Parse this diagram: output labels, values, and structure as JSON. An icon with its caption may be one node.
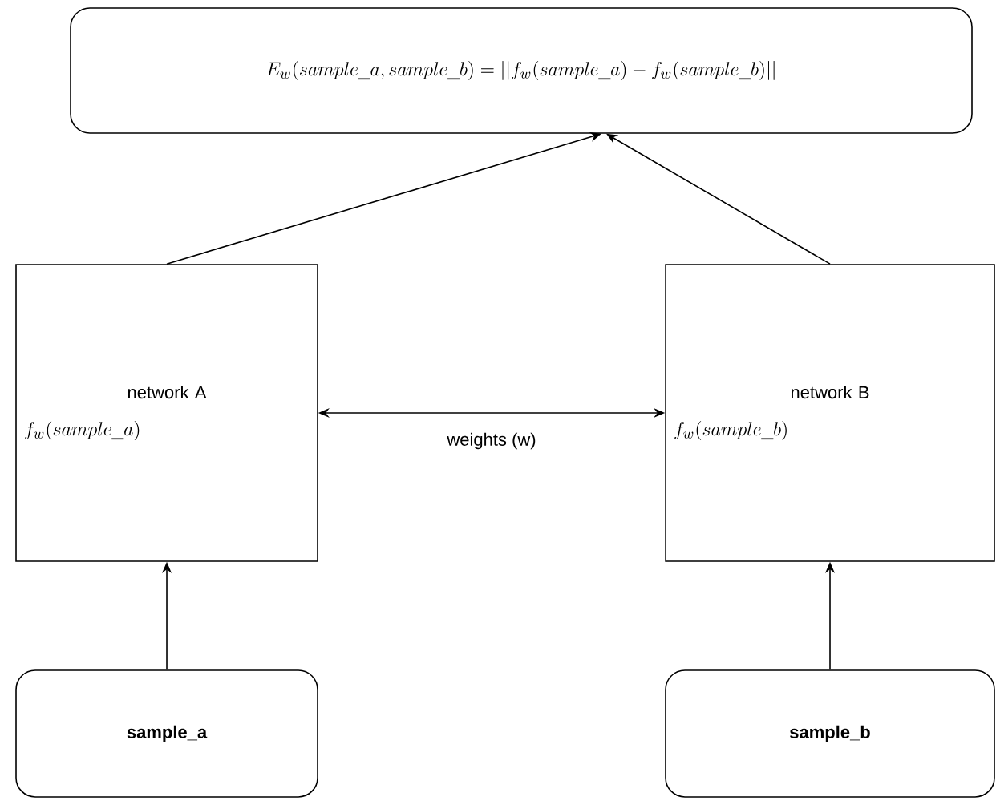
{
  "diagram": {
    "nodes": [
      {
        "text": [
          "E_{w}(sample\\_a, sample\\_b) = ||f_{w}(sample\\_a) - f_{w}(sample\\_b)||"
        ]
      },
      {
        "text": [
          "network A",
          "f_{w}(sample\\_a)"
        ]
      },
      {
        "text": [
          "network B",
          "f_{w}(sample\\_b)"
        ]
      },
      {
        "text": [
          "sample_a"
        ]
      },
      {
        "text": [
          "sample_b"
        ]
      }
    ],
    "edges": [
      {
        "from": 1,
        "to": 0,
        "arrow": "to"
      },
      {
        "from": 2,
        "to": 0,
        "arrow": "to"
      },
      {
        "from": 1,
        "to": 2,
        "arrow": "both",
        "label": "weights (w)"
      },
      {
        "from": 3,
        "to": 1,
        "arrow": "to"
      },
      {
        "from": 4,
        "to": 2,
        "arrow": "to"
      }
    ]
  }
}
